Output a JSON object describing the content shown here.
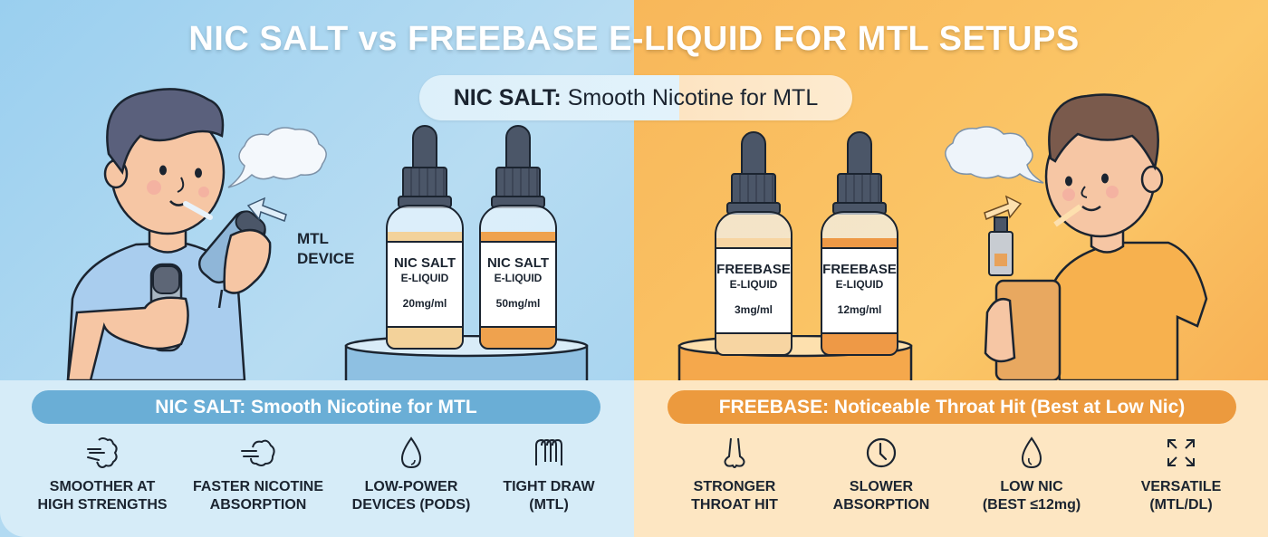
{
  "title": "NIC SALT vs FREEBASE E-LIQUID FOR MTL SETUPS",
  "subtitle": {
    "bold": "NIC SALT:",
    "rest": "Smooth Nicotine for MTL"
  },
  "colors": {
    "left_bg": "#9acfef",
    "right_bg": "#f8b75a",
    "left_banner": "#6aaed6",
    "right_banner": "#ec9a3e",
    "left_panel": "#d6ecf8",
    "right_panel": "#fde6c2",
    "text_dark": "#1b2430"
  },
  "left": {
    "device_label_line1": "MTL",
    "device_label_line2": "DEVICE",
    "bottles": [
      {
        "name": "NIC SALT",
        "type": "E-LIQUID",
        "strength": "20mg/ml",
        "liquid": "#f3cf92"
      },
      {
        "name": "NIC SALT",
        "type": "E-LIQUID",
        "strength": "50mg/ml",
        "liquid": "#f0a04a"
      }
    ],
    "banner": "NIC SALT: Smooth Nicotine for MTL",
    "features": [
      {
        "icon": "exhale-cloud-icon",
        "line1": "SMOOTHER AT",
        "line2": "HIGH STRENGTHS"
      },
      {
        "icon": "fast-cloud-icon",
        "line1": "FASTER NICOTINE",
        "line2": "ABSORPTION"
      },
      {
        "icon": "droplet-icon",
        "line1": "LOW-POWER",
        "line2": "DEVICES (PODS)"
      },
      {
        "icon": "coil-icon",
        "line1": "TIGHT DRAW",
        "line2": "(MTL)"
      }
    ]
  },
  "right": {
    "bottles": [
      {
        "name": "FREEBASE",
        "type": "E-LIQUID",
        "strength": "3mg/ml",
        "liquid": "#f5cf96"
      },
      {
        "name": "FREEBASE",
        "type": "E-LIQUID",
        "strength": "12mg/ml",
        "liquid": "#ee9945"
      }
    ],
    "banner": "FREEBASE: Noticeable Throat Hit (Best at Low Nic)",
    "features": [
      {
        "icon": "nose-icon",
        "line1": "STRONGER",
        "line2": "THROAT HIT"
      },
      {
        "icon": "clock-icon",
        "line1": "SLOWER",
        "line2": "ABSORPTION"
      },
      {
        "icon": "droplet-icon",
        "line1": "LOW NIC",
        "line2": "(BEST ≤12mg)"
      },
      {
        "icon": "expand-arrows-icon",
        "line1": "VERSATILE",
        "line2": "(MTL/DL)"
      }
    ]
  }
}
